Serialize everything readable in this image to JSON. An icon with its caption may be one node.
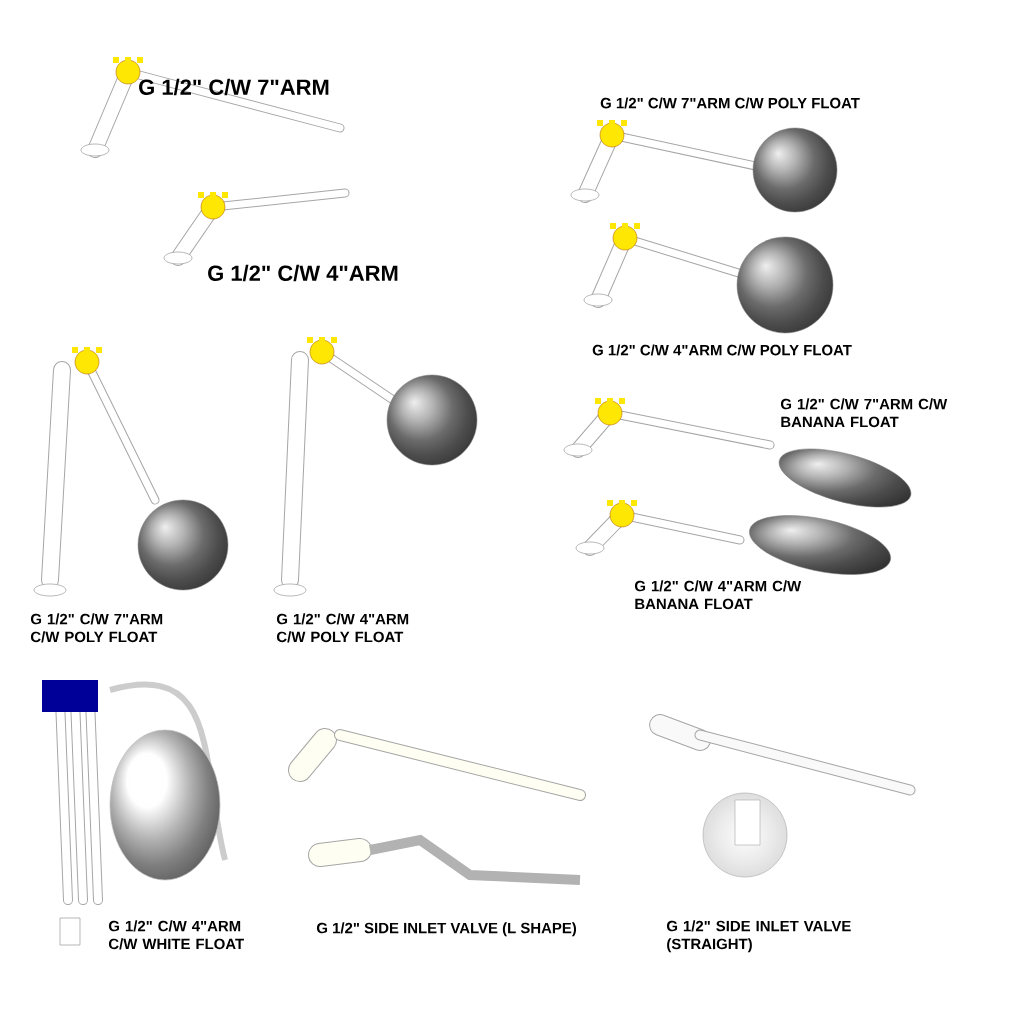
{
  "diagram": {
    "labels": [
      "G 1/2\" C/W 7\"ARM",
      "G 1/2\" C/W 7\"ARM C/W POLY FLOAT",
      "G 1/2\" C/W 4\"ARM",
      "G 1/2\" C/W 4\"ARM C/W POLY FLOAT",
      "G 1/2\" C/W 7\"ARM C/W BANANA FLOAT",
      "G 1/2\" C/W 4\"ARM C/W BANANA FLOAT",
      "G 1/2\" C/W 7\"ARM C/W POLY FLOAT",
      "G 1/2\" C/W 4\"ARM C/W POLY FLOAT",
      "G 1/2\" C/W 4\"ARM C/W WHITE FLOAT",
      "G 1/2\" SIDE INLET VALVE (L SHAPE)",
      "G 1/2\" SIDE INLET VALVE (STRAIGHT)"
    ]
  }
}
